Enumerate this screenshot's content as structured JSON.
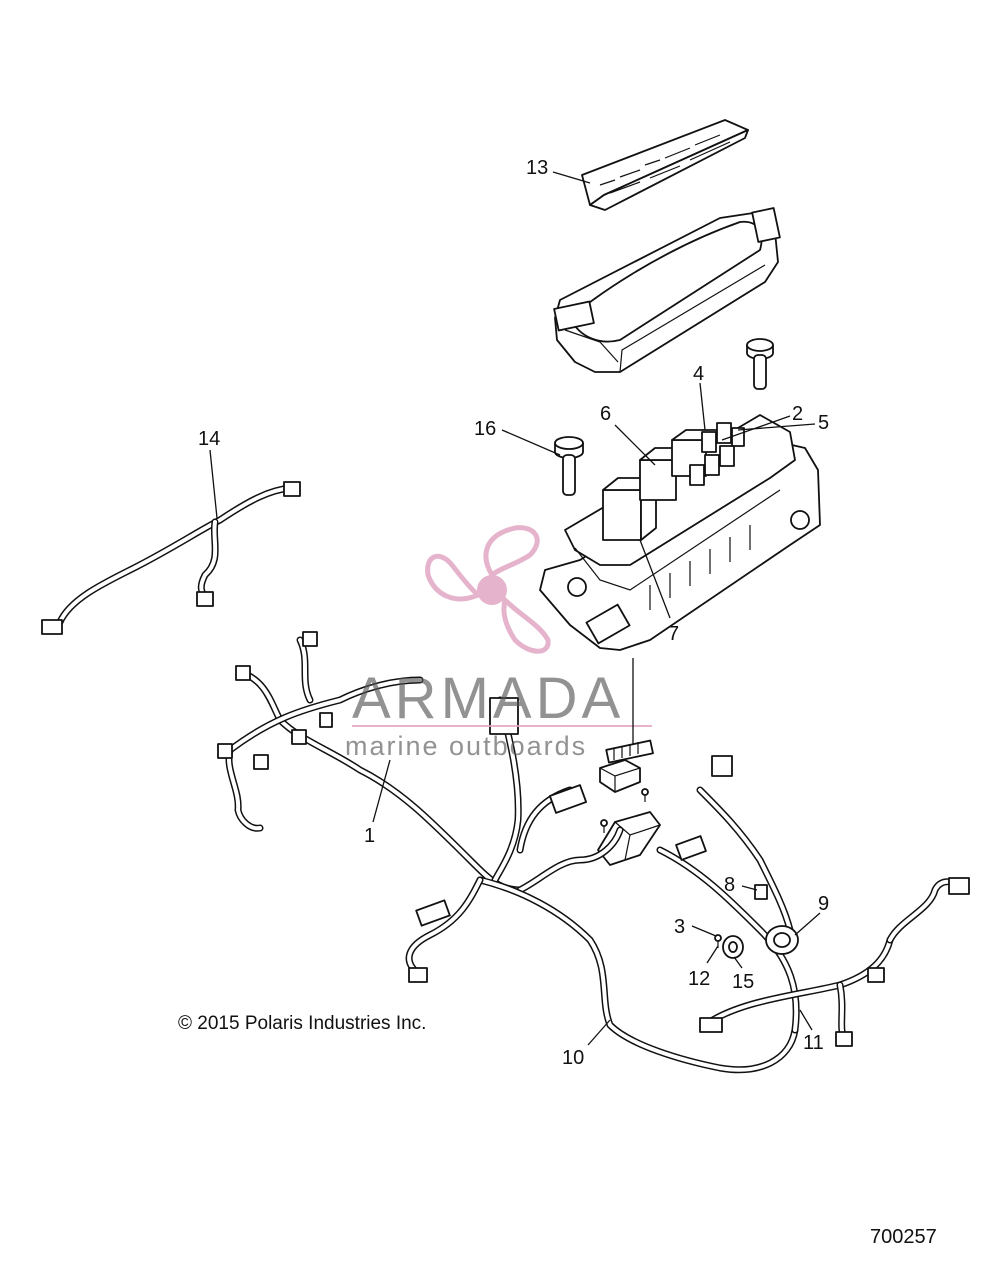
{
  "callouts": {
    "c1": "1",
    "c2": "2",
    "c3": "3",
    "c4": "4",
    "c5": "5",
    "c6": "6",
    "c7": "7",
    "c8": "8",
    "c9": "9",
    "c10": "10",
    "c11": "11",
    "c12": "12",
    "c13": "13",
    "c14": "14",
    "c15": "15",
    "c16": "16"
  },
  "watermark": {
    "brand": "ARMADA",
    "tagline": "marine outboards",
    "color": "#e2a6c4"
  },
  "copyright": "© 2015 Polaris Industries Inc.",
  "figure_number": "700257"
}
